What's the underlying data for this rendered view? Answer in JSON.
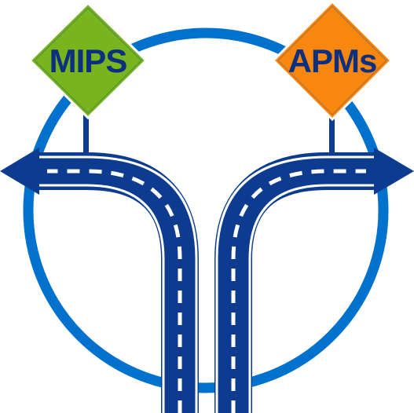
{
  "signs": {
    "left": {
      "label": "MIPS"
    },
    "right": {
      "label": "APMs"
    }
  },
  "colors": {
    "circle": "#0072ce",
    "road": "#0c3b8f",
    "road_marking": "#ffffff",
    "left_sign_fill": "#78b41e",
    "right_sign_fill": "#f7870f",
    "sign_text": "#0c2f7f",
    "sign_border": "#ffffff"
  },
  "icons": {
    "roundabout": "circle-ring",
    "left_road": "fork-left-road-arrow",
    "right_road": "fork-right-road-arrow"
  }
}
